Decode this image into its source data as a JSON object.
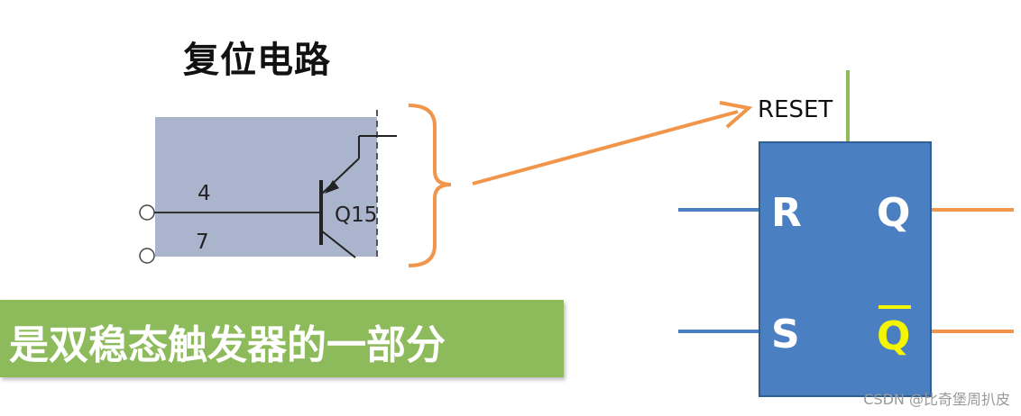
{
  "title": "复位电路",
  "circuit": {
    "pin_top": "4",
    "pin_bottom": "7",
    "transistor": "Q15",
    "fill": "#aab4cc"
  },
  "flipflop": {
    "reset_label": "RESET",
    "r_label": "R",
    "s_label": "S",
    "q_label": "Q",
    "qbar_label": "Q",
    "block_color": "#4a7fc1",
    "qbar_color": "#f5f500",
    "input_line_color": "#4a7fc1",
    "output_line_color": "#f0954a",
    "reset_line_color": "#8dba5b"
  },
  "arrow_color": "#f0954a",
  "banner": {
    "text": "是双稳态触发器的一部分",
    "color": "#8dba5b"
  },
  "watermark": "CSDN @比奇堡周扒皮"
}
